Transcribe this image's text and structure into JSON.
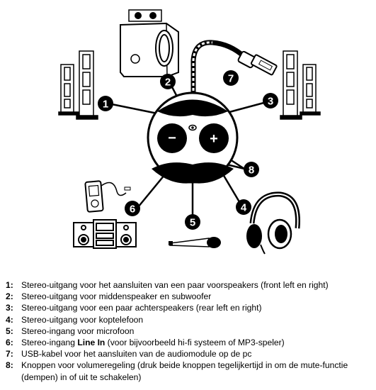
{
  "callouts": [
    "1",
    "2",
    "3",
    "4",
    "5",
    "6",
    "7",
    "8"
  ],
  "device": {
    "minus_symbol": "−",
    "plus_symbol": "+"
  },
  "legend": [
    {
      "num": "1:",
      "text": "Stereo-uitgang voor het aansluiten van een paar voorspeakers (front left en right)"
    },
    {
      "num": "2:",
      "text": "Stereo-uitgang voor middenspeaker en subwoofer"
    },
    {
      "num": "3:",
      "text": "Stereo-uitgang voor een paar achterspeakers (rear left en right)"
    },
    {
      "num": "4:",
      "text": "Stereo-uitgang voor koptelefoon"
    },
    {
      "num": "5:",
      "text": "Stereo-ingang voor microfoon"
    },
    {
      "num": "6:",
      "pre": "Stereo-ingang ",
      "bold": "Line In",
      "post": " (voor bijvoorbeeld hi-fi systeem of MP3-speler)"
    },
    {
      "num": "7:",
      "text": "USB-kabel voor het aansluiten van de audiomodule op de pc"
    },
    {
      "num": "8:",
      "text": "Knoppen voor volumeregeling (druk beide knoppen tegelijkertijd in om de mute-functie",
      "cont": "(dempen) in of uit te schakelen)"
    }
  ]
}
